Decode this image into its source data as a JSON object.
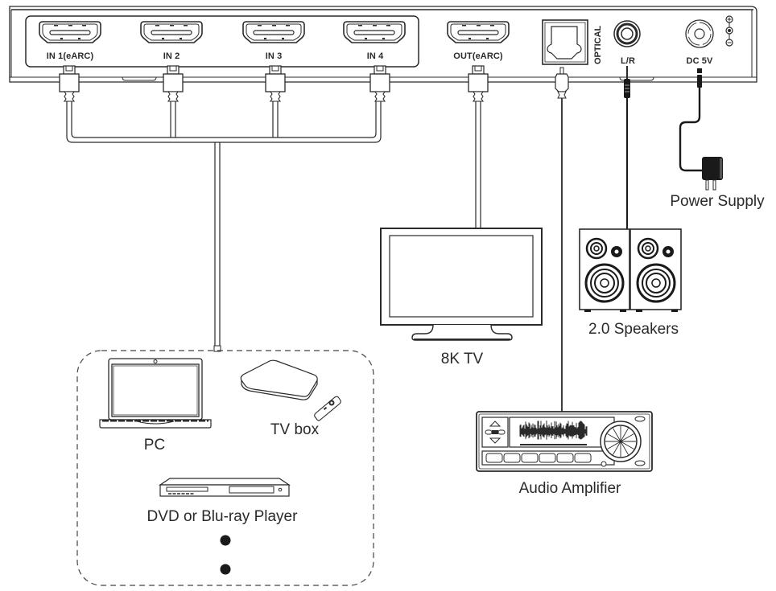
{
  "device": {
    "ports": [
      {
        "id": "in1",
        "label": "IN 1(eARC)",
        "type": "HDMI"
      },
      {
        "id": "in2",
        "label": "IN 2",
        "type": "HDMI"
      },
      {
        "id": "in3",
        "label": "IN 3",
        "type": "HDMI"
      },
      {
        "id": "in4",
        "label": "IN 4",
        "type": "HDMI"
      },
      {
        "id": "out",
        "label": "OUT(eARC)",
        "type": "HDMI"
      },
      {
        "id": "optical",
        "label": "OPTICAL",
        "type": "Toslink"
      },
      {
        "id": "lr",
        "label": "L/R",
        "type": "3.5mm audio"
      },
      {
        "id": "dc",
        "label": "DC 5V",
        "type": "DC power"
      }
    ],
    "polarity_icon": "center-positive-polarity-icon"
  },
  "devices": {
    "power_supply": "Power Supply",
    "speakers": "2.0 Speakers",
    "tv": "8K TV",
    "amplifier": "Audio Amplifier",
    "pc": "PC",
    "tv_box": "TV box",
    "dvd": "DVD or Blu-ray Player"
  },
  "sources_group": {
    "members": [
      "PC",
      "TV box",
      "DVD or Blu-ray Player"
    ],
    "more_indicator": "ellipsis-dots"
  },
  "colors": {
    "line": "#2a2a2a",
    "cable_fill": "#ffffff",
    "background": "#ffffff",
    "dark_cable": "#1a1a1a"
  }
}
